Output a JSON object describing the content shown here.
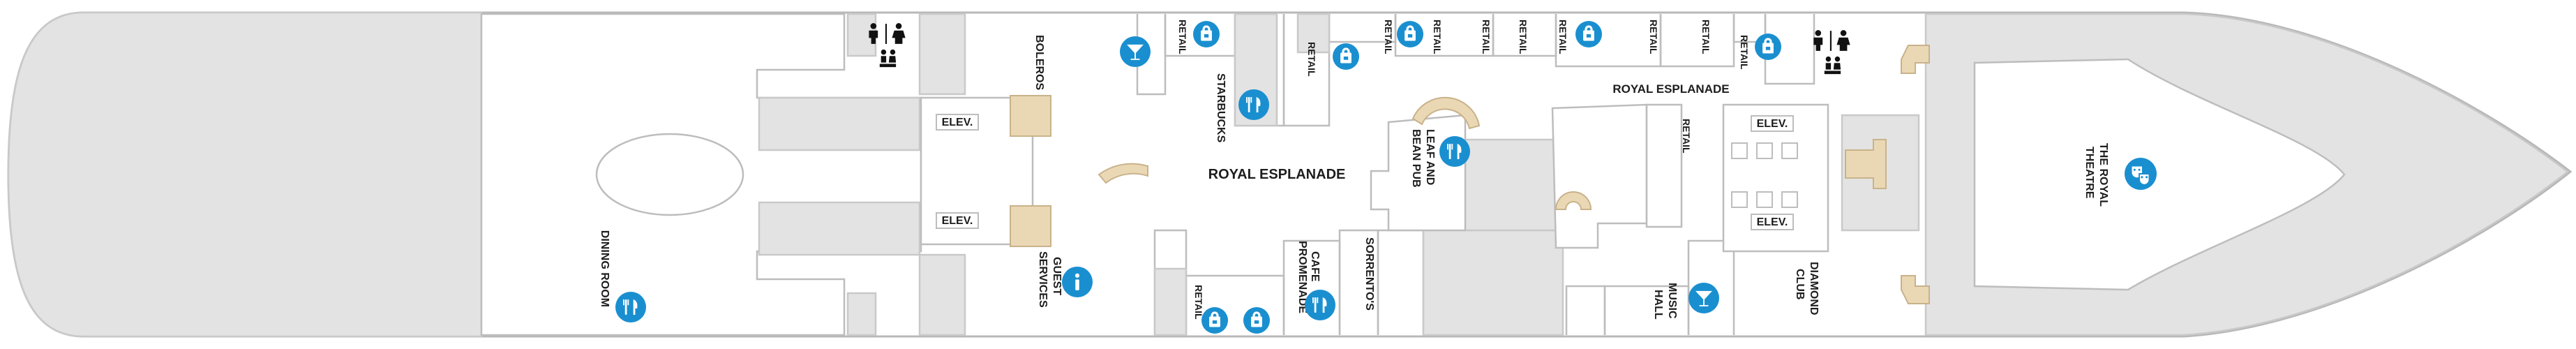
{
  "labels": {
    "dining_room": "DINING ROOM",
    "boleros": "BOLEROS",
    "starbucks": "STARBUCKS",
    "guest_services": "GUEST SERVICES",
    "guest_services_line1": "GUEST",
    "guest_services_line2": "SERVICES",
    "royal_esplanade_center": "ROYAL ESPLANADE",
    "royal_esplanade_upper": "ROYAL ESPLANADE",
    "leaf_and_bean_line1": "LEAF AND",
    "leaf_and_bean_line2": "BEAN PUB",
    "cafe_promenade_line1": "CAFE",
    "cafe_promenade_line2": "PROMENADE",
    "sorrentos": "SORRENTO'S",
    "music_hall_line1": "MUSIC",
    "music_hall_line2": "HALL",
    "diamond_club_line1": "DIAMOND",
    "diamond_club_line2": "CLUB",
    "royal_theatre_line1": "THE ROYAL",
    "royal_theatre_line2": "THEATRE",
    "elevator": "ELEV.",
    "retail": "RETAIL"
  },
  "icons": {
    "dining": "fork-knife-icon",
    "bar": "cocktail-glass-icon",
    "shop": "shopping-bag-icon",
    "info": "information-icon",
    "theatre": "theatre-masks-icon",
    "restroom": "restroom-icon",
    "accessible_restroom": "accessible-restroom-icon"
  },
  "colors": {
    "icon_blue": "#1a8fd0",
    "stairs": "#ead8b5",
    "unavailable_area": "#e3e3e3",
    "walls": "#bdbdbd"
  }
}
